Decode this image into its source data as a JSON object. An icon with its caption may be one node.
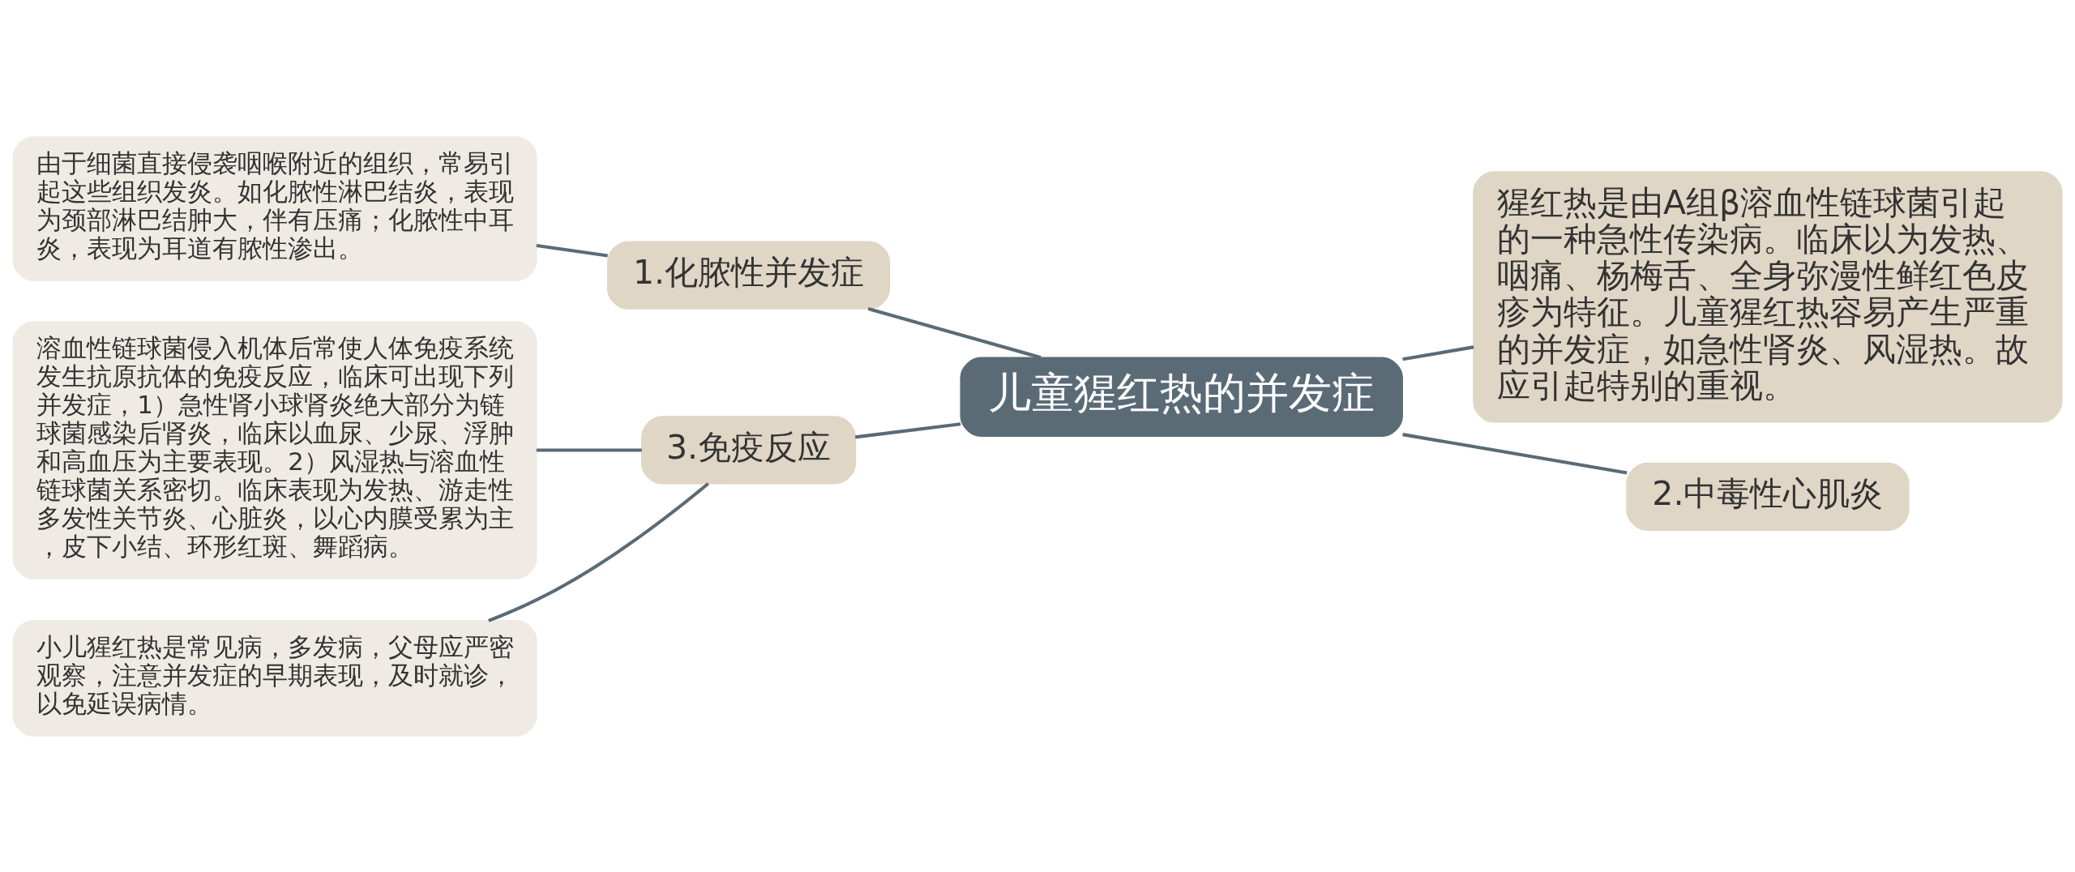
{
  "diagram": {
    "nodes": [
      {
        "text": [
          "儿童猩红热的并发症"
        ]
      },
      {
        "text": [
          "1.化脓性并发症"
        ]
      },
      {
        "text": [
          "由于细菌直接侵袭咽喉附近的组织，常易引起这些组织发炎。如化脓性淋巴结炎，表现为颈部淋巴结肿大，伴有压痛；化脓性中耳炎，表现为耳道有脓性渗出。"
        ]
      },
      {
        "text": [
          "3.免疫反应"
        ]
      },
      {
        "text": [
          "溶血性链球菌侵入机体后常使人体免疫系统发生抗原抗体的免疫反应，临床可出现下列并发症，1）急性肾小球肾炎绝大部分为链球菌感染后肾炎，临床以血尿、少尿、浮肿和高血压为主要表现。2）风湿热与溶血性链球菌关系密切。临床表现为发热、游走性多发性关节炎、心脏炎，以心内膜受累为主，皮下小结、环形红斑、舞蹈病。"
        ]
      },
      {
        "text": [
          "小儿猩红热是常见病，多发病，父母应严密观察，注意并发症的早期表现，及时就诊，以免延误病情。"
        ]
      },
      {
        "text": [
          "猩红热是由A组β溶血性链球菌引起的一种急性传染病。临床以为发热、咽痛、杨梅舌、全身弥漫性鲜红色皮疹为特征。儿童猩红热容易产生严重的并发症，如急性肾炎、风湿热。故应引起特别的重视。"
        ]
      },
      {
        "text": [
          "2.中毒性心肌炎"
        ]
      }
    ],
    "edges": [
      {
        "from": 0,
        "to": 1,
        "arrow": "none"
      },
      {
        "from": 1,
        "to": 2,
        "arrow": "none"
      },
      {
        "from": 0,
        "to": 3,
        "arrow": "none"
      },
      {
        "from": 3,
        "to": 4,
        "arrow": "none"
      },
      {
        "from": 3,
        "to": 5,
        "arrow": "none"
      },
      {
        "from": 0,
        "to": 6,
        "arrow": "none"
      },
      {
        "from": 0,
        "to": 7,
        "arrow": "none"
      }
    ]
  }
}
